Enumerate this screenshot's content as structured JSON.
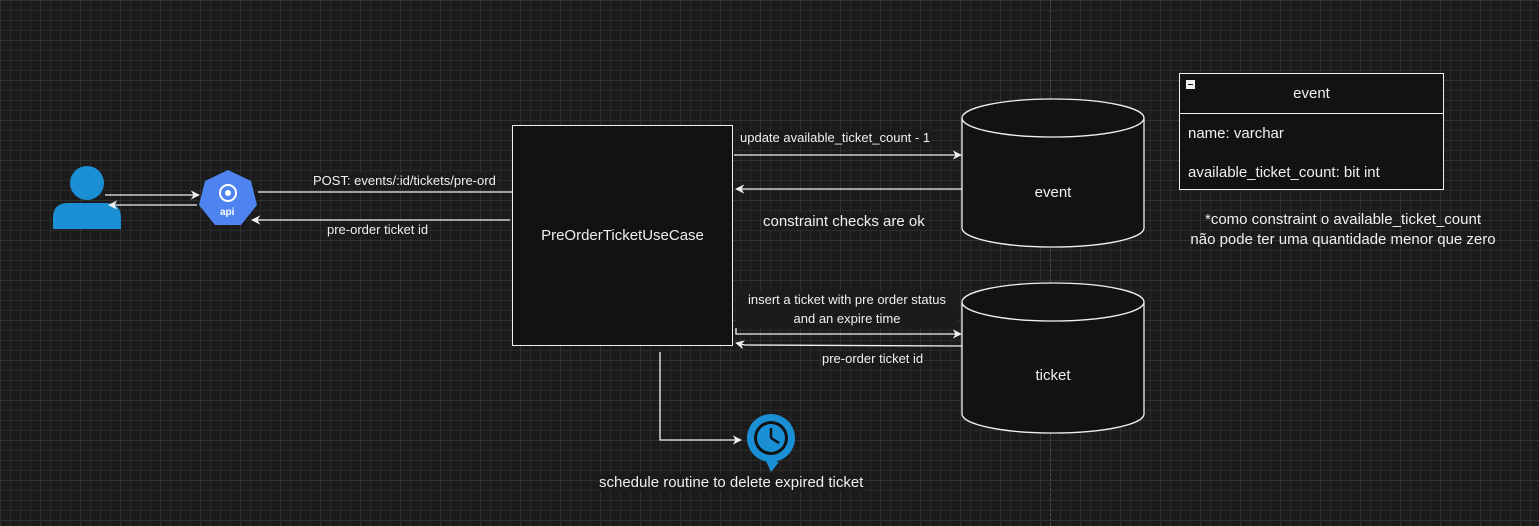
{
  "use_case": {
    "label": "PreOrderTicketUseCase"
  },
  "api": {
    "label": "api"
  },
  "databases": {
    "event": "event",
    "ticket": "ticket"
  },
  "arrows": {
    "post_request": "POST: events/:id/tickets/pre-ord",
    "pre_order_id_to_client": "pre-order ticket id",
    "update_count": "update available_ticket_count - 1",
    "constraint_ok": "constraint checks are ok",
    "insert_ticket_line1": "insert a ticket with pre order status",
    "insert_ticket_line2": "and an expire time",
    "pre_order_id_from_db": "pre-order ticket id",
    "schedule_routine": "schedule routine to delete expired ticket"
  },
  "event_table": {
    "title": "event",
    "fields": [
      "name: varchar",
      "available_ticket_count: bit int"
    ]
  },
  "note": {
    "line1": "*como constraint o available_ticket_count",
    "line2": "não pode ter uma quantidade menor que zero"
  },
  "colors": {
    "background": "#1b1b1b",
    "stroke": "#f0f0f0",
    "user_icon": "#1a8fd4",
    "api_icon": "#4d84f0",
    "clock_icon": "#1a8fd4"
  },
  "icons": {
    "user": "user-icon",
    "api": "kubernetes-api-icon",
    "clock": "clock-icon"
  }
}
